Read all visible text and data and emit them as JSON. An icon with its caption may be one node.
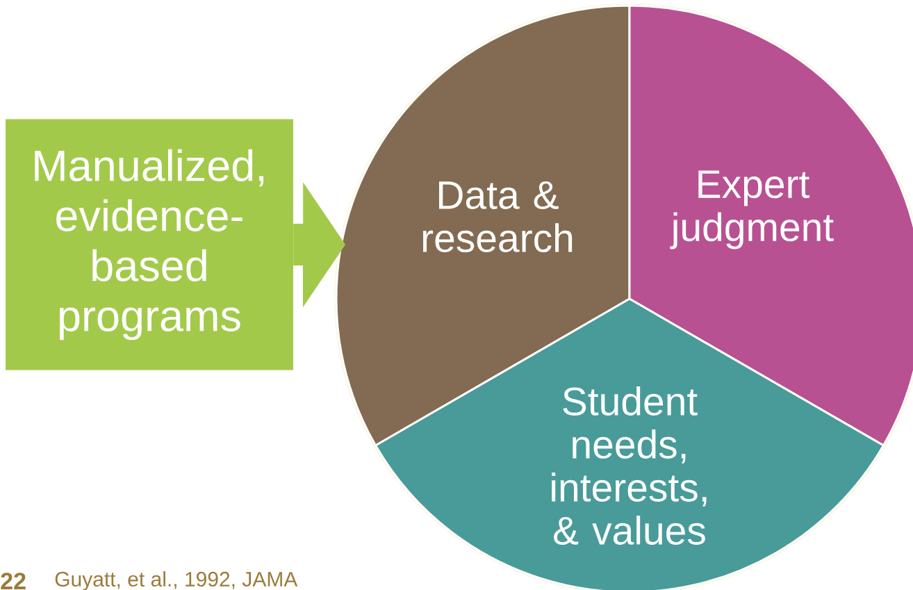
{
  "diagram": {
    "nodes": [
      {
        "text": [
          "Manualized, evidence-based programs"
        ]
      },
      {
        "text": [
          "Data & research"
        ]
      },
      {
        "text": [
          "Expert judgment"
        ]
      },
      {
        "text": [
          "Student needs, interests, & values"
        ]
      }
    ],
    "edges": [
      {
        "from": 0,
        "to": 1,
        "arrow": "to"
      }
    ],
    "labels": [
      "22",
      "Guyatt, et al., 1992, JAMA"
    ]
  }
}
